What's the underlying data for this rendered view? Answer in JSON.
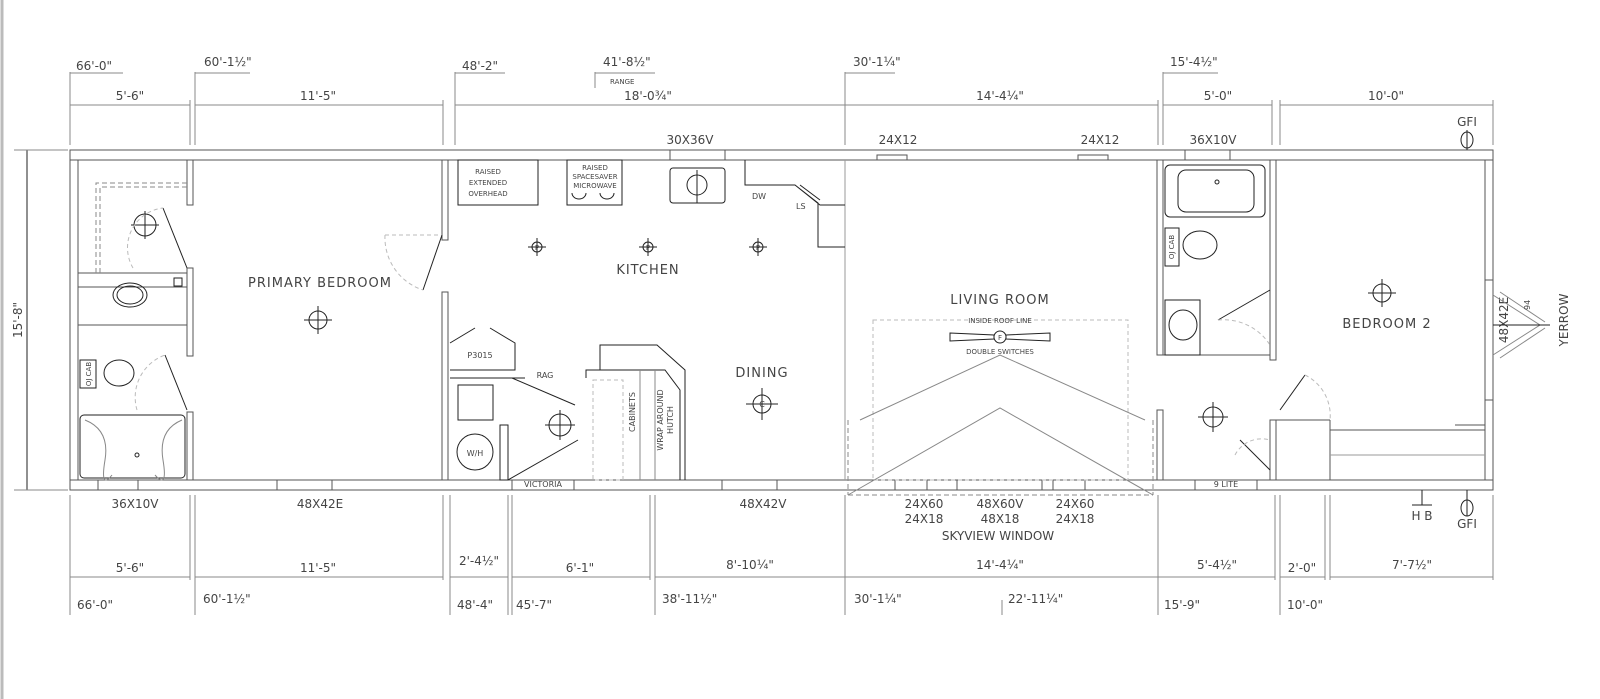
{
  "dimensions": {
    "overall_depth": "15'-8\"",
    "top_segments": [
      "5'-6\"",
      "11'-5\"",
      "18'-0¾\"",
      "14'-4¼\"",
      "5'-0\"",
      "10'-0\""
    ],
    "top_running": [
      "66'-0\"",
      "60'-1½\"",
      "48'-2\"",
      "41'-8½\"",
      "30'-1¼\"",
      "15'-4½\""
    ],
    "range_note": "RANGE",
    "bottom_segments": [
      "5'-6\"",
      "11'-5\"",
      "2'-4½\"",
      "6'-1\"",
      "8'-10¼\"",
      "14'-4¼\"",
      "5'-4½\"",
      "2'-0\"",
      "7'-7½\""
    ],
    "bottom_running": [
      "66'-0\"",
      "60'-1½\"",
      "48'-4\"",
      "45'-7\"",
      "38'-11½\"",
      "30'-1¼\"",
      "22'-11¼\"",
      "15'-9\"",
      "10'-0\""
    ]
  },
  "windows": {
    "top": [
      "30X36V",
      "24X12",
      "24X12",
      "36X10V"
    ],
    "bottom": [
      "36X10V",
      "48X42E",
      "48X42V"
    ],
    "skyview": [
      "24X60",
      "48X60V",
      "24X60",
      "24X18",
      "48X18",
      "24X18"
    ],
    "skyview_label": "SKYVIEW WINDOW",
    "end_window": "48X42E"
  },
  "doors": {
    "front": "VICTORIA",
    "rear": "9 LITE"
  },
  "rooms": {
    "primary_bedroom": "PRIMARY BEDROOM",
    "kitchen": "KITCHEN",
    "dining": "DINING",
    "living_room": "LIVING ROOM",
    "bedroom_2": "BEDROOM 2"
  },
  "notes": {
    "overhead": [
      "RAISED",
      "EXTENDED",
      "OVERHEAD"
    ],
    "microwave": [
      "RAISED",
      "SPACESAVER",
      "MICROWAVE"
    ],
    "dw": "DW",
    "ls": "LS",
    "p3015": "P3015",
    "rag": "RAG",
    "wh": "W/H",
    "cabinets": "CABINETS",
    "hutch": [
      "WRAP AROUND",
      "HUTCH"
    ],
    "oj_cab": "OJ CAB",
    "inside_roof_line": "INSIDE ROOF LINE",
    "double_switches": "DOUBLE SWITCHES",
    "gfi": "GFI",
    "hb": "H B",
    "fan": "F",
    "pendant": "P",
    "chandelier": "C",
    "hitch": [
      "YERROW",
      "94"
    ]
  }
}
